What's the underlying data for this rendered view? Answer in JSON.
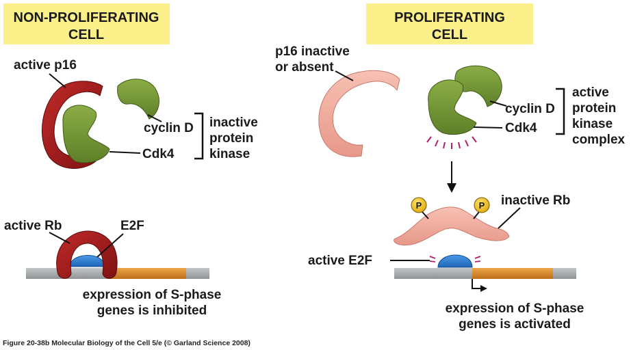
{
  "panels": {
    "left": {
      "title_line1": "NON-PROLIFERATING",
      "title_line2": "CELL",
      "active_p16": "active p16",
      "cyclin_d": "cyclin D",
      "cdk4": "Cdk4",
      "kinase_state_line1": "inactive",
      "kinase_state_line2": "protein",
      "kinase_state_line3": "kinase",
      "active_rb": "active Rb",
      "e2f": "E2F",
      "expression_line1": "expression of S-phase",
      "expression_line2": "genes is inhibited"
    },
    "right": {
      "title_line1": "PROLIFERATING",
      "title_line2": "CELL",
      "p16_line1": "p16 inactive",
      "p16_line2": "or absent",
      "cyclin_d": "cyclin D",
      "cdk4": "Cdk4",
      "kinase_state_line1": "active",
      "kinase_state_line2": "protein",
      "kinase_state_line3": "kinase",
      "kinase_state_line4": "complex",
      "phospho_1": "P",
      "phospho_2": "P",
      "inactive_rb": "inactive Rb",
      "active_e2f": "active E2F",
      "expression_line1": "expression of S-phase",
      "expression_line2": "genes is activated"
    }
  },
  "caption": "Figure 20-38b  Molecular Biology of the Cell 5/e (© Garland Science 2008)",
  "colors": {
    "title_box": "#fbf08a",
    "p16_active": "#a01c1c",
    "p16_inactive": "#efa99a",
    "cyclin_cdk": "#6f9231",
    "rb_active": "#a01c1c",
    "rb_inactive": "#efab9b",
    "e2f": "#2f7fd1",
    "dna_gray": "#a8abac",
    "dna_orange": "#d98a2c",
    "phosphate": "#f2c21a",
    "activity_rays": "#b01e6a"
  }
}
